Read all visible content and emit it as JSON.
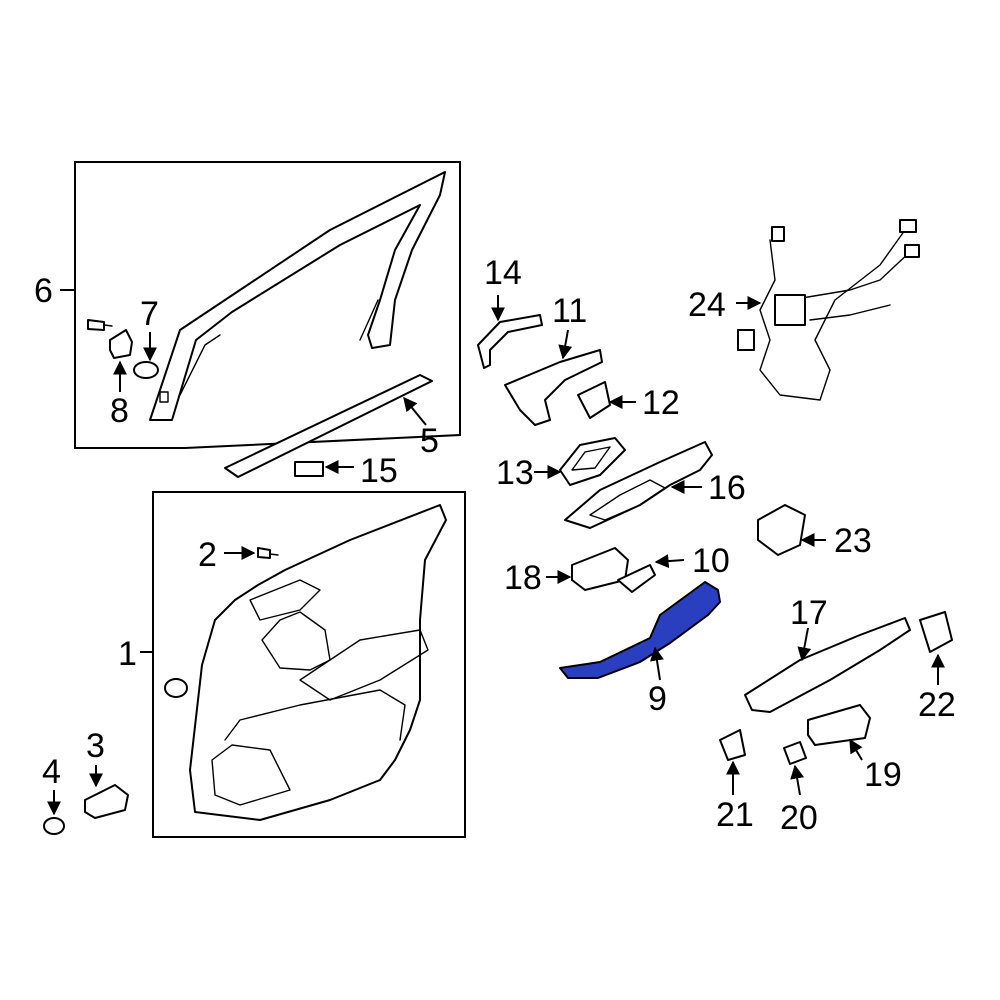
{
  "colors": {
    "highlight": "#2a3fbf",
    "line": "#000000",
    "background": "#ffffff"
  },
  "callouts": {
    "c1": "1",
    "c2": "2",
    "c3": "3",
    "c4": "4",
    "c5": "5",
    "c6": "6",
    "c7": "7",
    "c8": "8",
    "c9": "9",
    "c10": "10",
    "c11": "11",
    "c12": "12",
    "c13": "13",
    "c14": "14",
    "c15": "15",
    "c16": "16",
    "c17": "17",
    "c18": "18",
    "c19": "19",
    "c20": "20",
    "c21": "21",
    "c22": "22",
    "c23": "23",
    "c24": "24"
  },
  "highlighted_part": "9"
}
